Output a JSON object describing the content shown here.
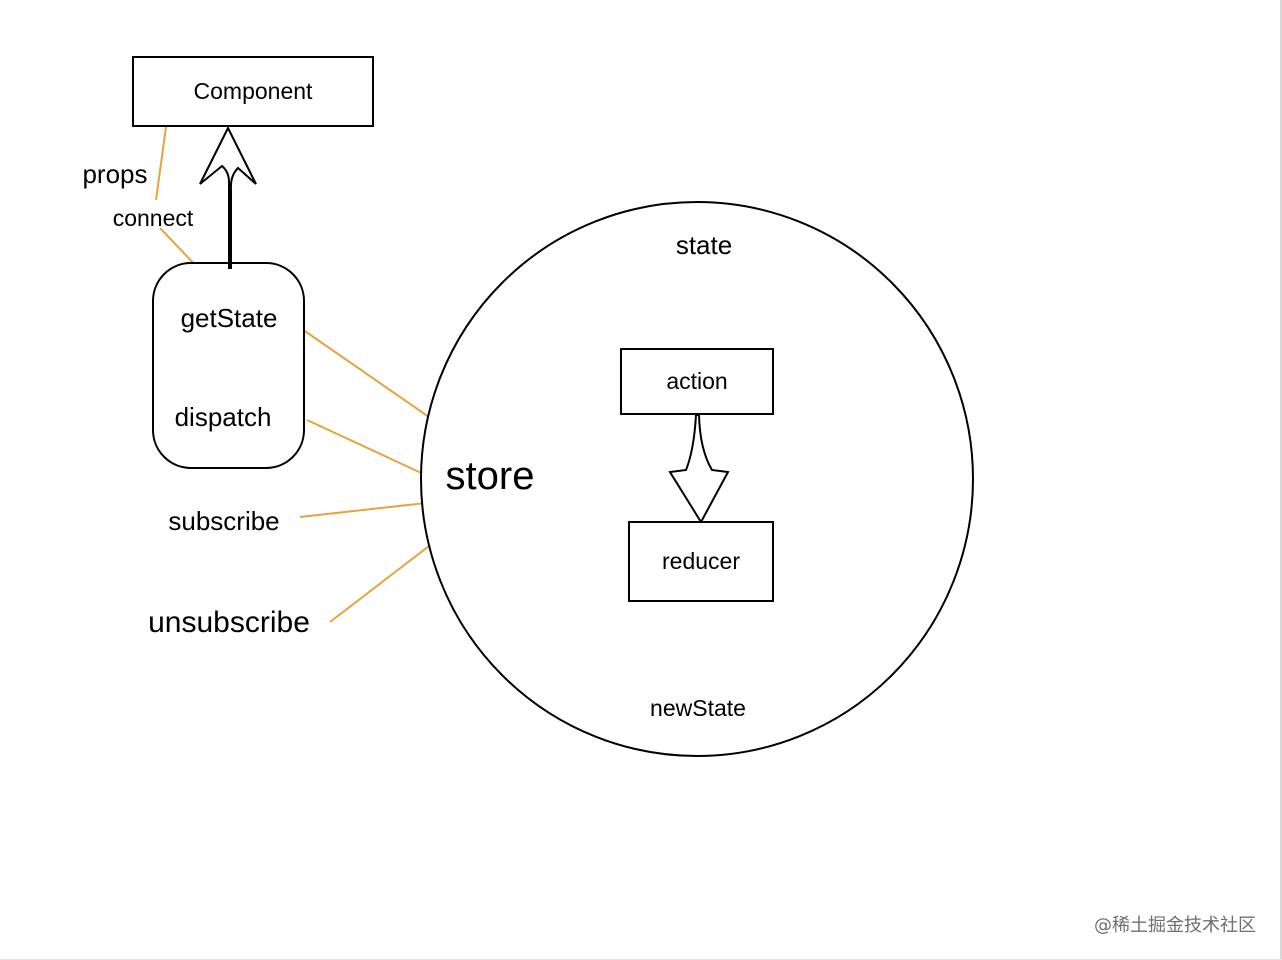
{
  "nodes": {
    "component": "Component",
    "get_state": "getState",
    "dispatch": "dispatch",
    "store": "store",
    "state": "state",
    "action": "action",
    "reducer": "reducer",
    "new_state": "newState"
  },
  "edge_labels": {
    "props": "props",
    "connect": "connect",
    "subscribe": "subscribe",
    "unsubscribe": "unsubscribe"
  },
  "watermark": "@稀土掘金技术社区",
  "colors": {
    "connector": "#e8a33a",
    "outline": "#000000",
    "background": "#ffffff"
  }
}
